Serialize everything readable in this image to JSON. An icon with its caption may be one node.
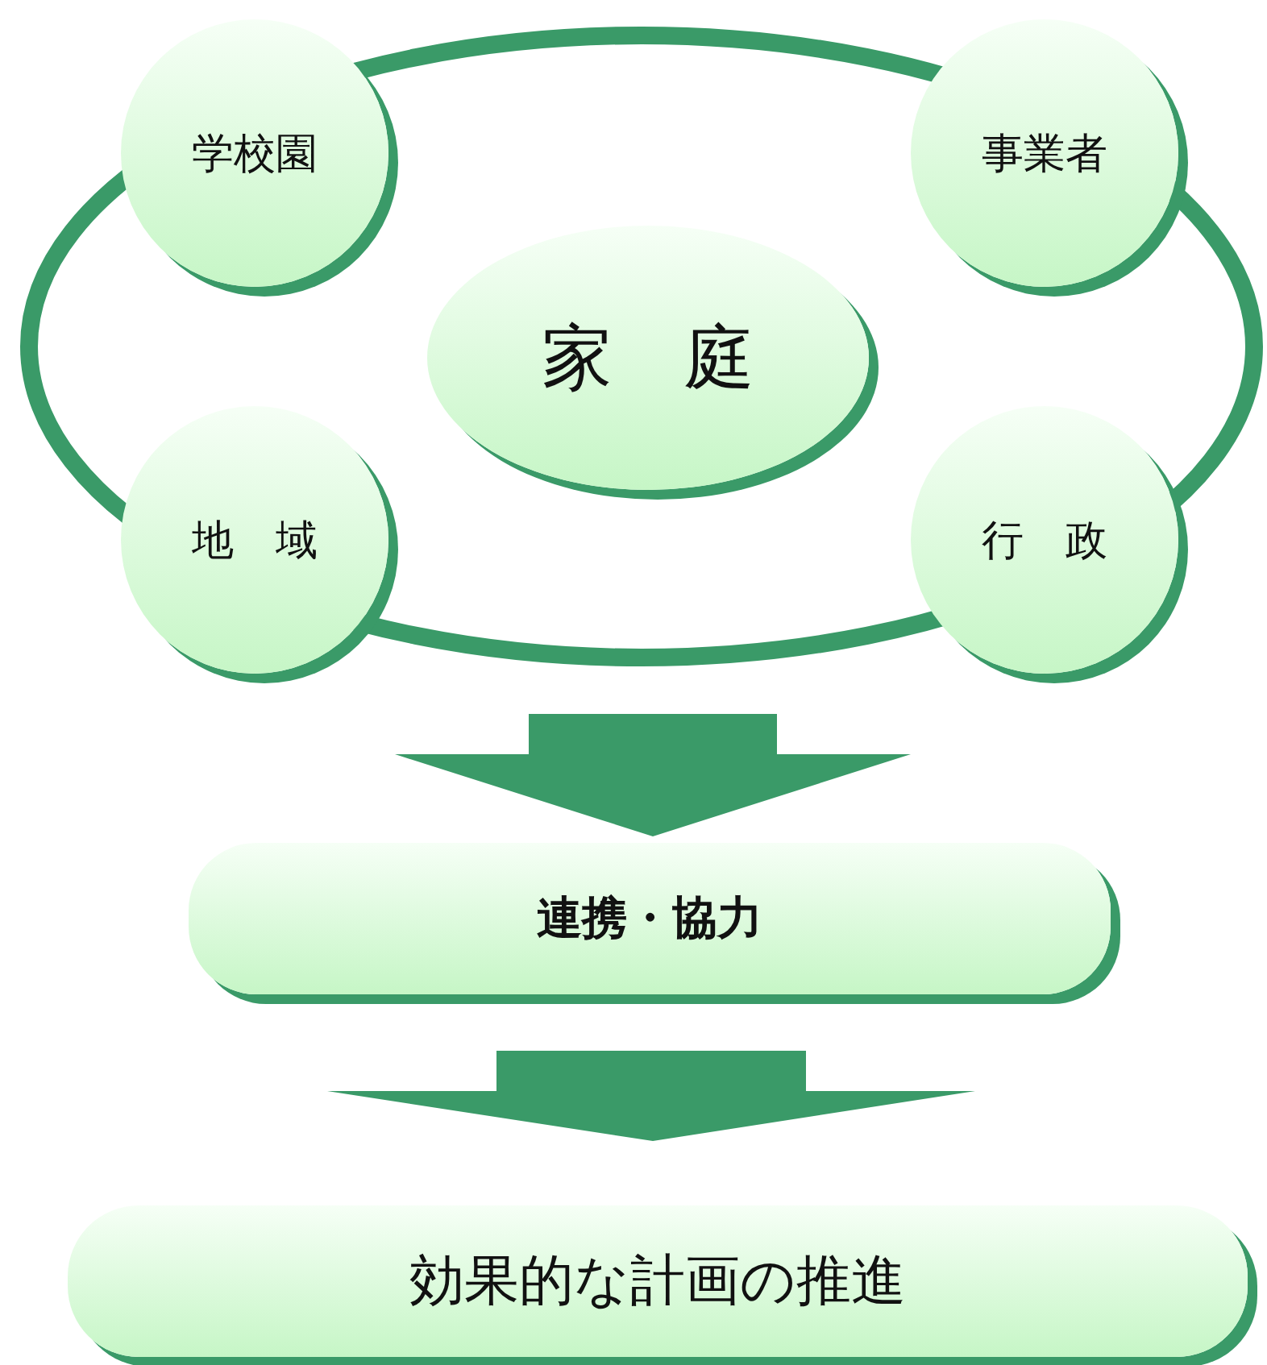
{
  "diagram": {
    "nodes": [
      {
        "text": [
          "学校園"
        ]
      },
      {
        "text": [
          "事業者"
        ]
      },
      {
        "text": [
          "家　庭"
        ]
      },
      {
        "text": [
          "地　域"
        ]
      },
      {
        "text": [
          "行　政"
        ]
      },
      {
        "text": [
          "連携・協力"
        ]
      },
      {
        "text": [
          "効果的な計画の推進"
        ]
      }
    ],
    "edges": [
      {
        "from": null,
        "to": 5,
        "arrow": "to"
      },
      {
        "from": 5,
        "to": 6,
        "arrow": "to"
      }
    ]
  }
}
